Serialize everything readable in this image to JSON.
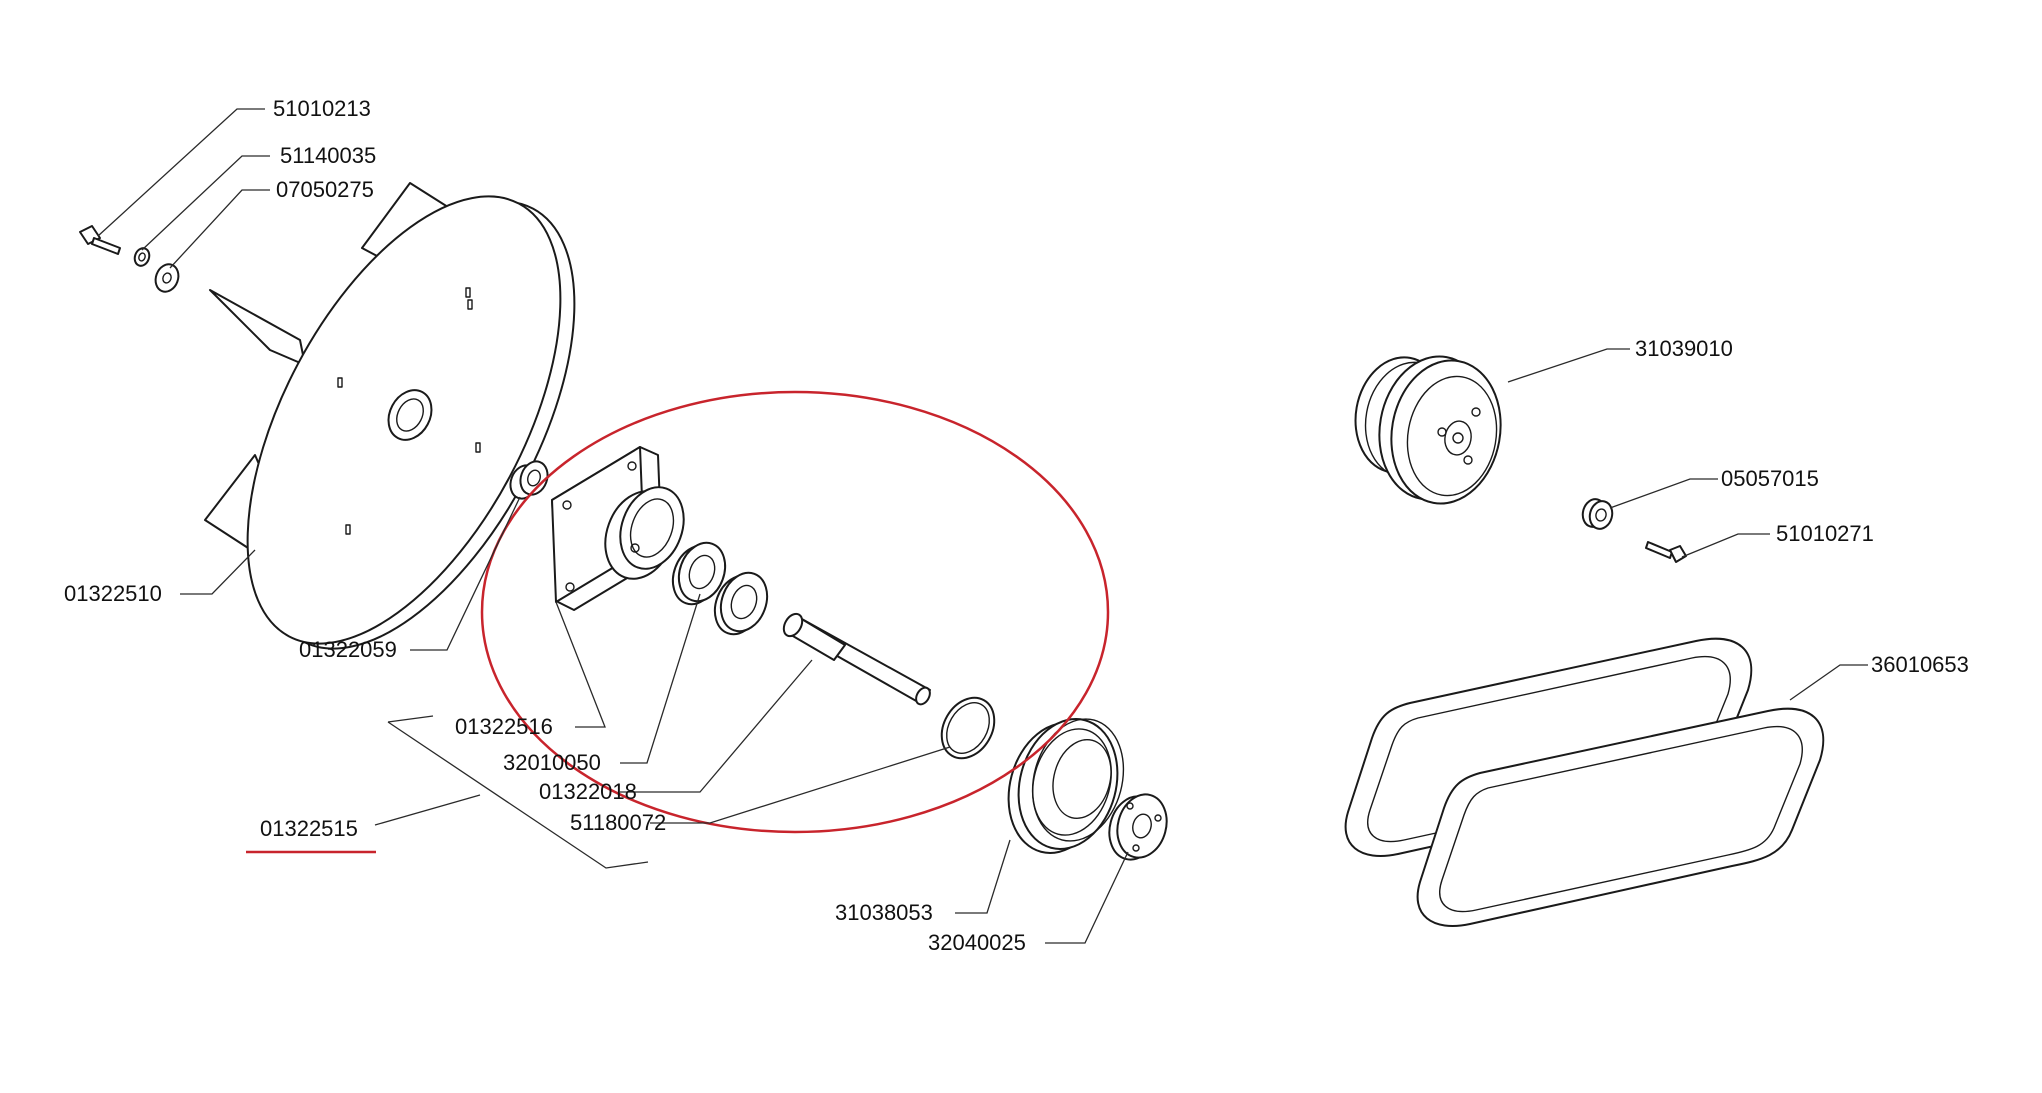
{
  "labels": {
    "p51010213": "51010213",
    "p51140035": "51140035",
    "p07050275": "07050275",
    "p01322510": "01322510",
    "p01322059": "01322059",
    "p01322516": "01322516",
    "p32010050": "32010050",
    "p01322018": "01322018",
    "p51180072": "51180072",
    "p01322515": "01322515",
    "p31038053": "31038053",
    "p32040025": "32040025",
    "p31039010": "31039010",
    "p05057015": "05057015",
    "p51010271": "51010271",
    "p36010653": "36010653"
  },
  "colors": {
    "line": "#1a1a1a",
    "highlight": "#c8242c",
    "background": "#ffffff"
  }
}
